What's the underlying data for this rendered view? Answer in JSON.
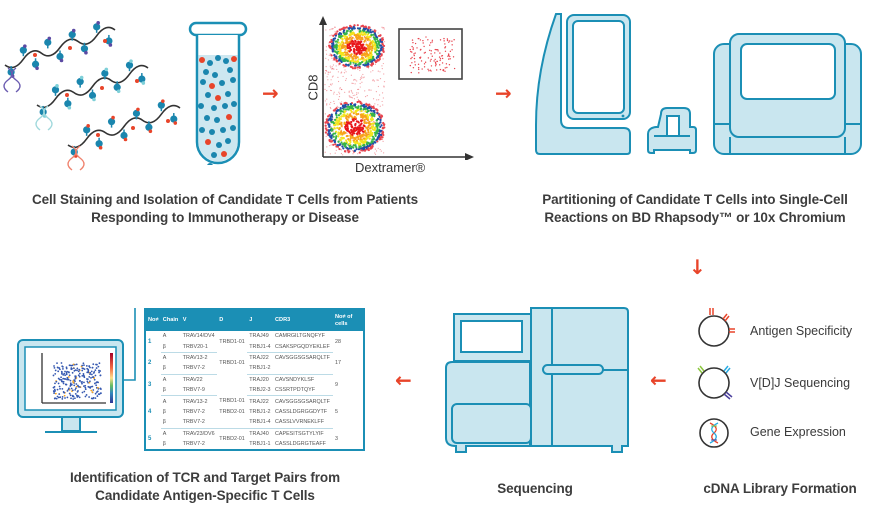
{
  "steps": {
    "staining": {
      "caption_line1": "Cell Staining and Isolation of Candidate T Cells from Patients",
      "caption_line2": "Responding to Immunotherapy or Disease"
    },
    "flow_plot": {
      "y_label": "CD8",
      "x_label": "Dextramer®"
    },
    "partitioning": {
      "caption_line1": "Partitioning of Candidate T Cells into Single-Cell",
      "caption_line2": "Reactions on BD Rhapsody™ or 10x Chromium"
    },
    "library": {
      "caption": "cDNA Library Formation",
      "items": [
        {
          "label": "Antigen Specificity",
          "icon": "antigen-barcode-bead-icon"
        },
        {
          "label": "V[D]J Sequencing",
          "icon": "vdj-barcode-bead-icon"
        },
        {
          "label": "Gene Expression",
          "icon": "dna-bead-icon"
        }
      ]
    },
    "sequencing": {
      "caption": "Sequencing"
    },
    "identification": {
      "caption_line1": "Identification of TCR and Target Pairs from",
      "caption_line2": "Candidate Antigen-Specific T Cells"
    }
  },
  "arrows": {
    "right": "→",
    "down": "↓",
    "left": "←"
  },
  "colors": {
    "accent_red": "#e8442a",
    "instrument_blue": "#1b8fb5",
    "instrument_fill": "#c9e6ef",
    "dark_blue_dot": "#1a86ae"
  },
  "tcr_table": {
    "headers": [
      "No≠",
      "Chain",
      "V",
      "D",
      "J",
      "CDR3",
      "No≠ of cells"
    ],
    "groups": [
      {
        "no": "1",
        "cells": "28",
        "d": "TRBD1-01",
        "rows": [
          {
            "chain": "A",
            "v": "TRAV14/DV4",
            "j": "TRAJ49",
            "cdr3": "CAMRGILTGNQFYF"
          },
          {
            "chain": "β",
            "v": "TRBV20-1",
            "j": "TRBJ1-4",
            "cdr3": "CSAKSPGQDYEKLEF"
          }
        ]
      },
      {
        "no": "2",
        "cells": "17",
        "d": "TRBD1-01",
        "rows": [
          {
            "chain": "A",
            "v": "TRAV13-2",
            "j": "TRAJ22",
            "cdr3": "CAVSGGSGSARQLTF"
          },
          {
            "chain": "β",
            "v": "TRBV7-2",
            "j": "TRBJ1-2",
            "cdr3": ""
          }
        ]
      },
      {
        "no": "3",
        "cells": "9",
        "d": "",
        "rows": [
          {
            "chain": "A",
            "v": "TRAV22",
            "j": "TRAJ20",
            "cdr3": "CAVSNDYKLSF"
          },
          {
            "chain": "β",
            "v": "TRBV7-9",
            "j": "TRBJ2-3",
            "cdr3": "CSSRTPDTQYF"
          }
        ]
      },
      {
        "no": "4",
        "cells": "5",
        "d": "",
        "rows": [
          {
            "chain": "A",
            "v": "TRAV13-2",
            "d": "TRBD1-01",
            "j": "TRAJ22",
            "cdr3": "CAVSGGSGSARQLTF"
          },
          {
            "chain": "β",
            "v": "TRBV7-2",
            "d": "TRBD2-01",
            "j": "TRBJ1-2",
            "cdr3": "CASSLDGRGGDYTF"
          },
          {
            "chain": "β",
            "v": "TRBV7-2",
            "d": "",
            "j": "TRBJ1-4",
            "cdr3": "CASSLVVRNEKLFF"
          }
        ]
      },
      {
        "no": "5",
        "cells": "3",
        "d": "TRBD2-01",
        "rows": [
          {
            "chain": "A",
            "v": "TRAV23/DV6",
            "j": "TRAJ40",
            "cdr3": "CAPESITSGTYLYIF"
          },
          {
            "chain": "β",
            "v": "TRBV7-2",
            "j": "TRBJ1-1",
            "cdr3": "CASSLDGRGTEAFF"
          }
        ]
      }
    ]
  }
}
